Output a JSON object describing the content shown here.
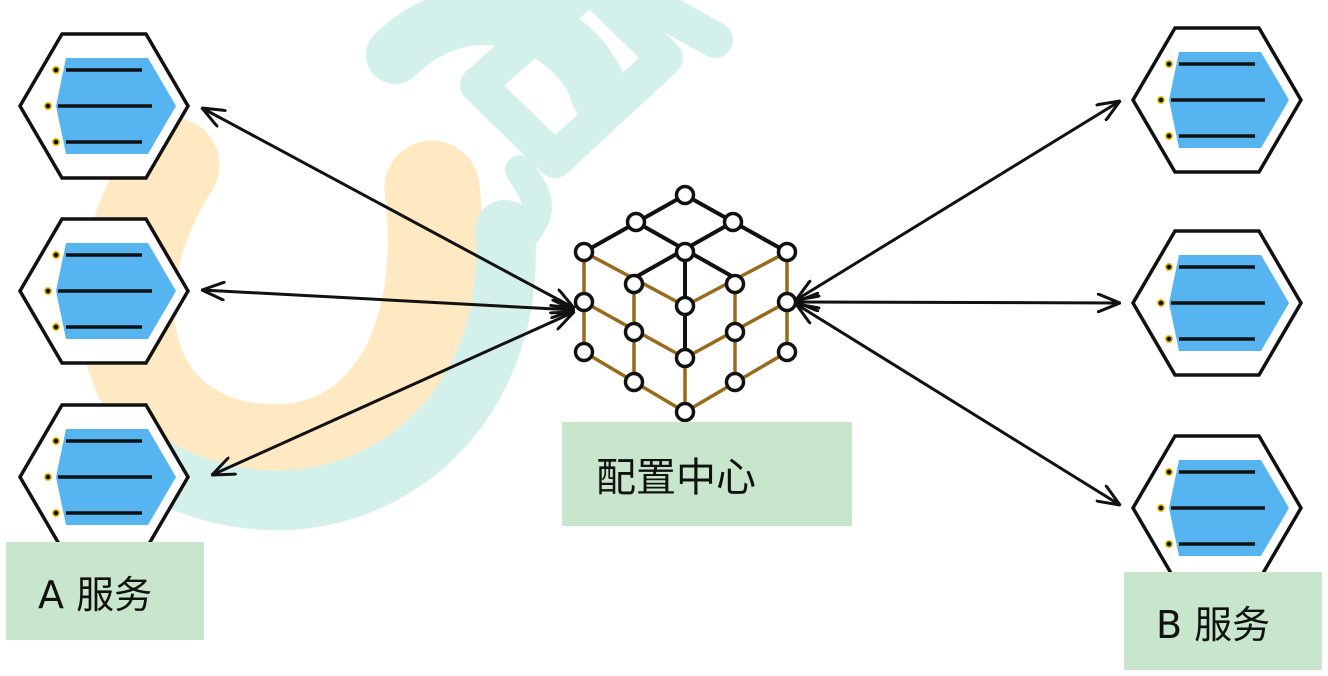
{
  "diagram": {
    "center_label": "配置中心",
    "group_a_label": "A 服务",
    "group_b_label": "B 服务"
  },
  "colors": {
    "watermark_teal": "#d4f0ea",
    "watermark_orange": "#ffe9c2",
    "service_fill": "#56b4f0",
    "cube_edge": "#9a6a1c",
    "label_bg": "#c8e6cc",
    "line": "#111111"
  },
  "icons": {
    "service": "microservice-hexagon-icon",
    "config_center": "config-center-cube-icon",
    "watermark": "logo-watermark"
  }
}
